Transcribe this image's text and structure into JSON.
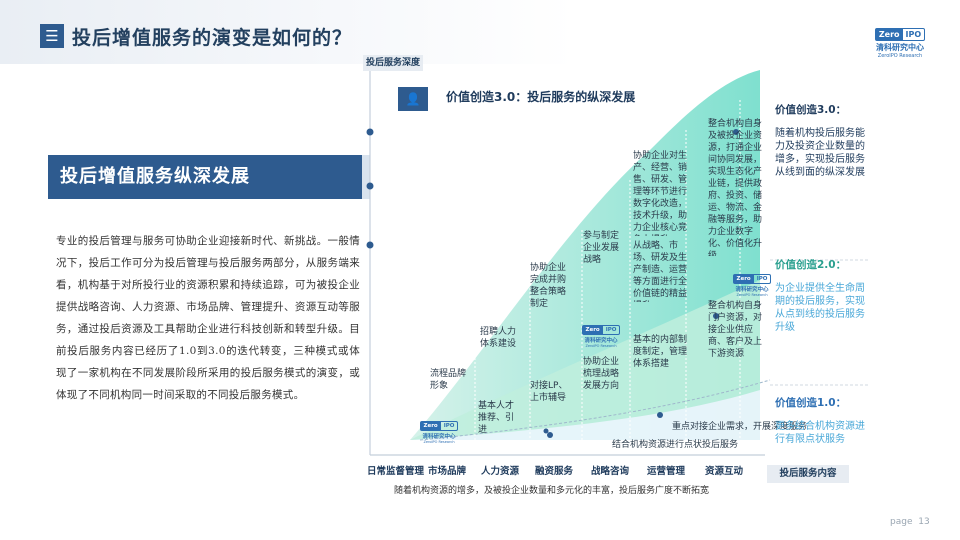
{
  "header": {
    "title": "投后增值服务的演变是如何的？",
    "menu_icon": "menu-icon"
  },
  "logo": {
    "box_left": "Zero",
    "box_right": "IPO",
    "cn": "清科研究中心",
    "en": "ZeroIPO Research"
  },
  "section": {
    "title": "投后增值服务纵深发展"
  },
  "paragraph": "专业的投后管理与服务可协助企业迎接新时代、新挑战。一般情况下，投后工作可分为投后管理与投后服务两部分，从服务端来看，机构基于对所投行业的资源积累和持续追踪，可为被投企业提供战略咨询、人力资源、市场品牌、管理提升、资源互动等服务，通过投后资源及工具帮助企业进行科技创新和转型升级。目前投后服务内容已经历了1.0到3.0的迭代转变，三种模式或体现了一家机构在不同发展阶段所采用的投后服务模式的演变，或体现了不同机构同一时间采取的不同投后服务模式。",
  "diagram": {
    "y_axis_label": "投后服务深度",
    "x_axis_label": "投后服务内容",
    "categories": [
      "日常监督管理",
      "市场品牌",
      "人力资源",
      "融资服务",
      "战略咨询",
      "运营管理",
      "资源互动"
    ],
    "bottom_note": "随着机构资源的增多，及被投企业数量和多元化的丰富，投后服务广度不断拓宽",
    "v3_header": "价值创造3.0：投后服务的纵深发展",
    "cells": {
      "c1": "流程品牌形象",
      "c2": "招聘人力体系建设",
      "c3": "基本人才推荐、引进",
      "c4": "协助企业完成并购整合策略制定",
      "c5": "对接LP、上市辅导",
      "c6": "参与制定企业发展战略",
      "c7": "协助企业梳理战略发展方向",
      "c8": "协助企业对生产、经营、销售、研发、管理等环节进行数字化改造，技术升级，助力企业核心竞争力提升",
      "c9": "从战略、市场、研发及生产制造、运营等方面进行全价值链的精益提升",
      "c10": "基本的内部制度制定，管理体系搭建",
      "c11": "整合机构自身及被投企业资源，打通企业间协同发展，实现生态化产业链，提供政府、投资、储运、物流、金融等服务，助力企业数字化、价值化升级",
      "c12": "整合机构自身门户资源，对接企业供应商、客户及上下游资源",
      "c13": "重点对接企业需求，开展深度服务",
      "c14": "结合机构资源进行点状投后服务"
    },
    "levels": [
      {
        "title": "价值创造3.0：",
        "body": "随着机构投后服务能力及投资企业数量的增多，实现投后服务从线到面的纵深发展"
      },
      {
        "title": "价值创造2.0：",
        "body": "为企业提供全生命周期的投后服务，实现从点到线的投后服务升级"
      },
      {
        "title": "价值创造1.0：",
        "body": "更多结合机构资源进行有限点状服务"
      }
    ]
  },
  "page": {
    "label": "page",
    "number": "13"
  },
  "colors": {
    "brand": "#2e5b8f",
    "teal": "#3fc9b4",
    "light_teal": "#c9efe6"
  }
}
